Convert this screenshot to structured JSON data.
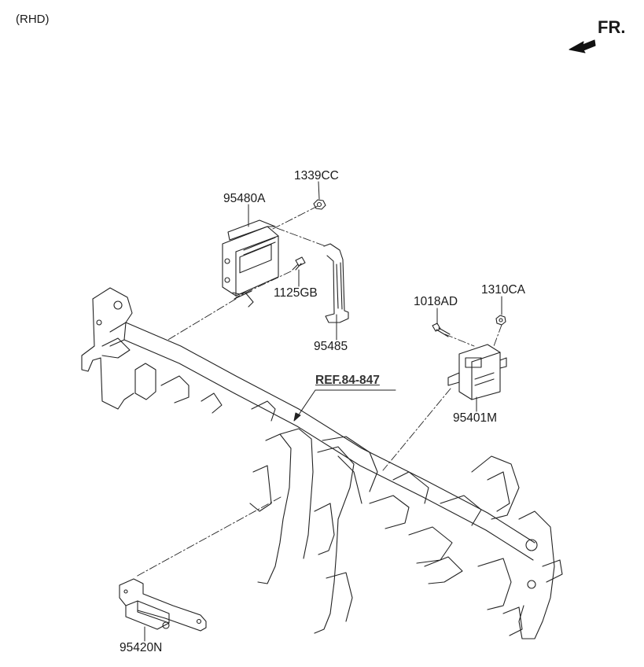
{
  "header": {
    "variant": "(RHD)",
    "front_indicator": "FR."
  },
  "parts": {
    "p1339CC": "1339CC",
    "p95480A": "95480A",
    "p1125GB": "1125GB",
    "p95485": "95485",
    "p1018AD": "1018AD",
    "p1310CA": "1310CA",
    "p95401M": "95401M",
    "p95420N": "95420N"
  },
  "reference": "REF.84-847"
}
